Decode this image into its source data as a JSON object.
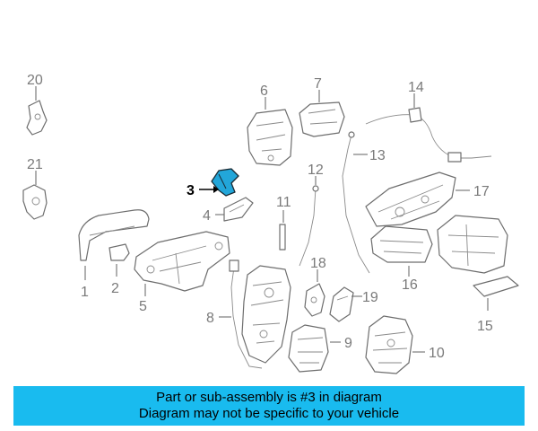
{
  "highlight_color": "#19bbef",
  "callouts": {
    "c1": "1",
    "c2": "2",
    "c3": "3",
    "c4": "4",
    "c5": "5",
    "c6": "6",
    "c7": "7",
    "c8": "8",
    "c9": "9",
    "c10": "10",
    "c11": "11",
    "c12": "12",
    "c13": "13",
    "c14": "14",
    "c15": "15",
    "c16": "16",
    "c17": "17",
    "c18": "18",
    "c19": "19",
    "c20": "20",
    "c21": "21"
  },
  "banner": {
    "line1": "Part or sub-assembly is #3 in diagram",
    "line2": "Diagram may not be specific to your vehicle"
  }
}
